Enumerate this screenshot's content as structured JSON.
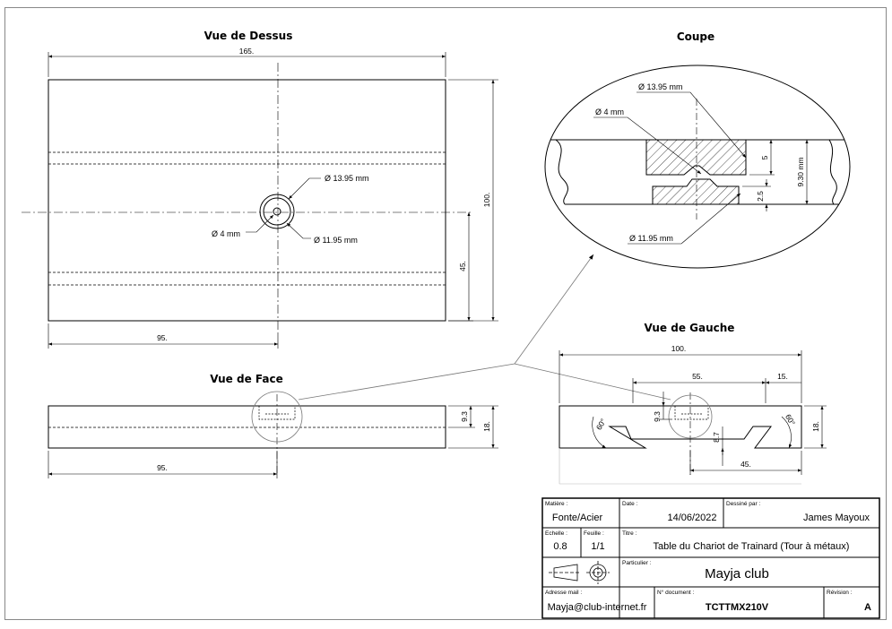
{
  "views": {
    "top_title": "Vue de Dessus",
    "section_title": "Coupe",
    "left_title": "Vue de Gauche",
    "front_title": "Vue de Face"
  },
  "top_view": {
    "dim_length": "165.",
    "dim_width": "100.",
    "dim_half_width": "45.",
    "dim_hole_offset": "95.",
    "hole_big": "Ø 13.95 mm",
    "hole_mid": "Ø 11.95 mm",
    "hole_small": "Ø 4 mm"
  },
  "section": {
    "hole_big": "Ø 13.95 mm",
    "hole_small": "Ø 4 mm",
    "hole_mid": "Ø 11.95 mm",
    "dim_counterbore": "5",
    "dim_total": "9.30 mm",
    "dim_lower": "2.5"
  },
  "front_view": {
    "dim_height_a": "9.3",
    "dim_height_b": "18.",
    "dim_offset": "95."
  },
  "left_view": {
    "dim_total": "100.",
    "dim_slot": "55.",
    "dim_edge": "15.",
    "dim_depth_a": "9.3",
    "dim_depth_b": "8.7",
    "dim_half": "45.",
    "dim_height": "18.",
    "angle_left": "60°",
    "angle_right": "60°"
  },
  "title_block": {
    "material_label": "Matière :",
    "material_value": "Fonte/Acier",
    "date_label": "Date :",
    "date_value": "14/06/2022",
    "drawn_by_label": "Dessiné par :",
    "drawn_by_value": "James Mayoux",
    "scale_label": "Echelle :",
    "scale_value": "0.8",
    "sheet_label": "Feuille :",
    "sheet_value": "1/1",
    "title_label": "Titre :",
    "title_value": "Table du Chariot de Trainard (Tour à métaux)",
    "owner_label": "Particulier :",
    "owner_value": "Mayja club",
    "email_label": "Adresse mail :",
    "email_value": "Mayja@club-internet.fr",
    "docnum_label": "N° document :",
    "docnum_value": "TCTTMX210V",
    "revision_label": "Révision :",
    "revision_value": "A"
  }
}
